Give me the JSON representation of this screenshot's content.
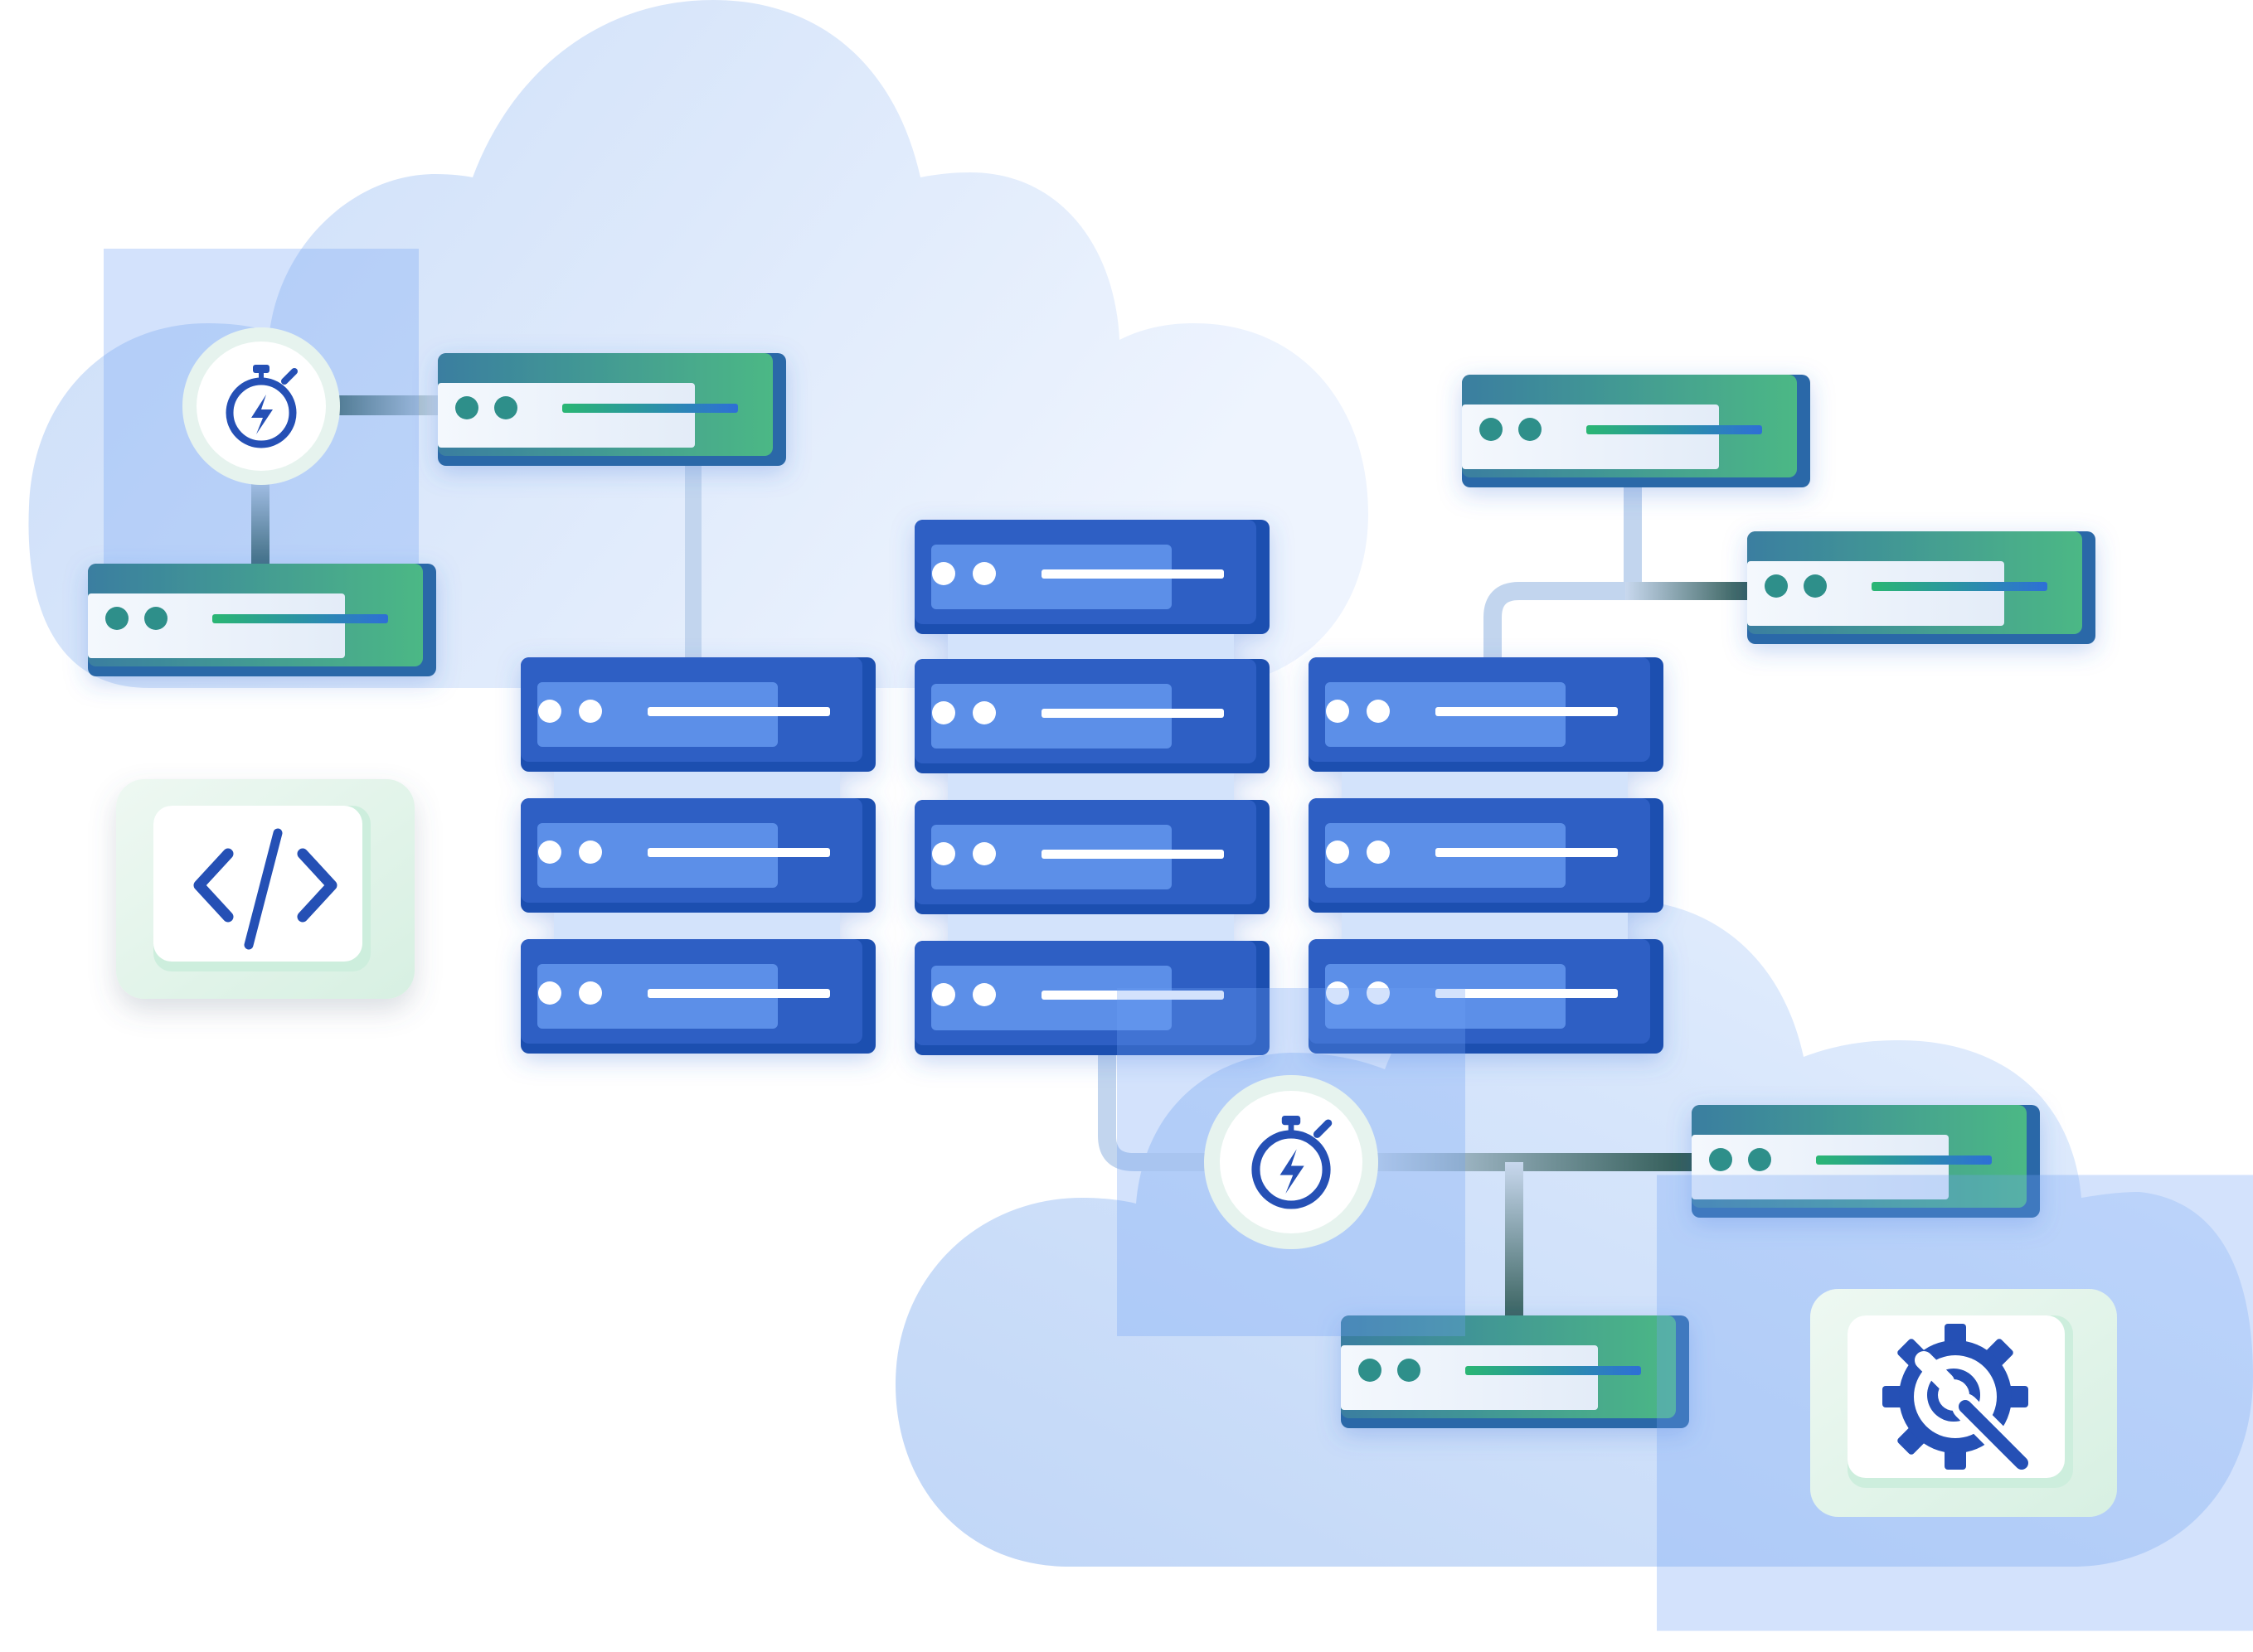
{
  "illustration": {
    "colors": {
      "cloud_light": "#e9f1fd",
      "cloud_mid": "#d3e3fb",
      "cloud_deep": "#c3d8f7",
      "server_blue_dark": "#1f4fb0",
      "server_blue_face": "#2d5fc4",
      "server_blue_panel": "#5b8fe8",
      "server_green_start": "#3a7ea0",
      "server_green_end": "#4cb885",
      "server_green_back": "#2c68a8",
      "panel_light": "#e8f0fb",
      "line_light": "#c2d5ee",
      "line_dark": "#2f5a55",
      "icon_blue": "#2550b5",
      "badge_green_light": "#e3f5ea",
      "badge_green_border": "#cdeedd",
      "white": "#ffffff"
    },
    "clouds": [
      {
        "name": "cloud-top-left"
      },
      {
        "name": "cloud-bottom-right"
      }
    ],
    "server_racks": [
      {
        "name": "rack-left",
        "units": 3
      },
      {
        "name": "rack-center",
        "units": 4
      },
      {
        "name": "rack-right",
        "units": 3
      }
    ],
    "green_servers": [
      {
        "name": "server-top-left-upper"
      },
      {
        "name": "server-top-left-lower"
      },
      {
        "name": "server-top-right-upper"
      },
      {
        "name": "server-top-right-lower"
      },
      {
        "name": "server-bottom-right-upper"
      },
      {
        "name": "server-bottom-center-lower"
      }
    ],
    "icons": {
      "stopwatch": "stopwatch-lightning-icon",
      "code": "code-brackets-icon",
      "settings": "gear-wrench-icon"
    }
  }
}
